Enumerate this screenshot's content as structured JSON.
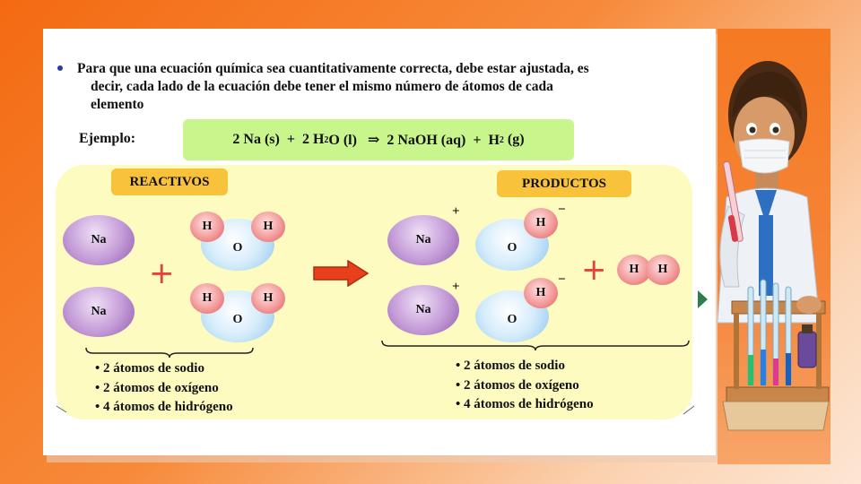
{
  "slide": {
    "intro_line1": "Para que una ecuación química sea cuantitativamente correcta, debe estar ajustada, es",
    "intro_line2": "decir, cada lado de la ecuación debe tener el mismo número de átomos de cada",
    "intro_line3": "elemento",
    "example_label": "Ejemplo:",
    "equation": {
      "p1": "2 Na (s)  +  2 H",
      "sub1": "2",
      "p2": "O (l)   ⇒  2 NaOH (aq)  +  H",
      "sub2": "2",
      "p3": " (g)"
    }
  },
  "diagram": {
    "reactants_label": "REACTIVOS",
    "products_label": "PRODUCTOS",
    "sodium_symbol": "Na",
    "oxygen_symbol": "O",
    "hydrogen_symbol": "H",
    "plus": "+",
    "minus": "−",
    "reactants_summary": [
      "2 átomos de sodio",
      "2 átomos de oxígeno",
      "4 átomos de hidrógeno"
    ],
    "products_summary": [
      "2 átomos de sodio",
      "2 átomos de oxígeno",
      "4 átomos de hidrógeno"
    ]
  },
  "colors": {
    "background": "#f46a12",
    "equation_box": "#c8f58c",
    "diagram_area": "#fdfbbf",
    "label_tag": "#f8c23a",
    "arrow": "#e8401c",
    "plus_sign": "#e8403c",
    "nav_arrow": "#2f7d4e"
  },
  "icons": {
    "reaction_arrow": "right-arrow-icon",
    "next": "play-triangle-icon",
    "character": "scientist-illustration"
  }
}
